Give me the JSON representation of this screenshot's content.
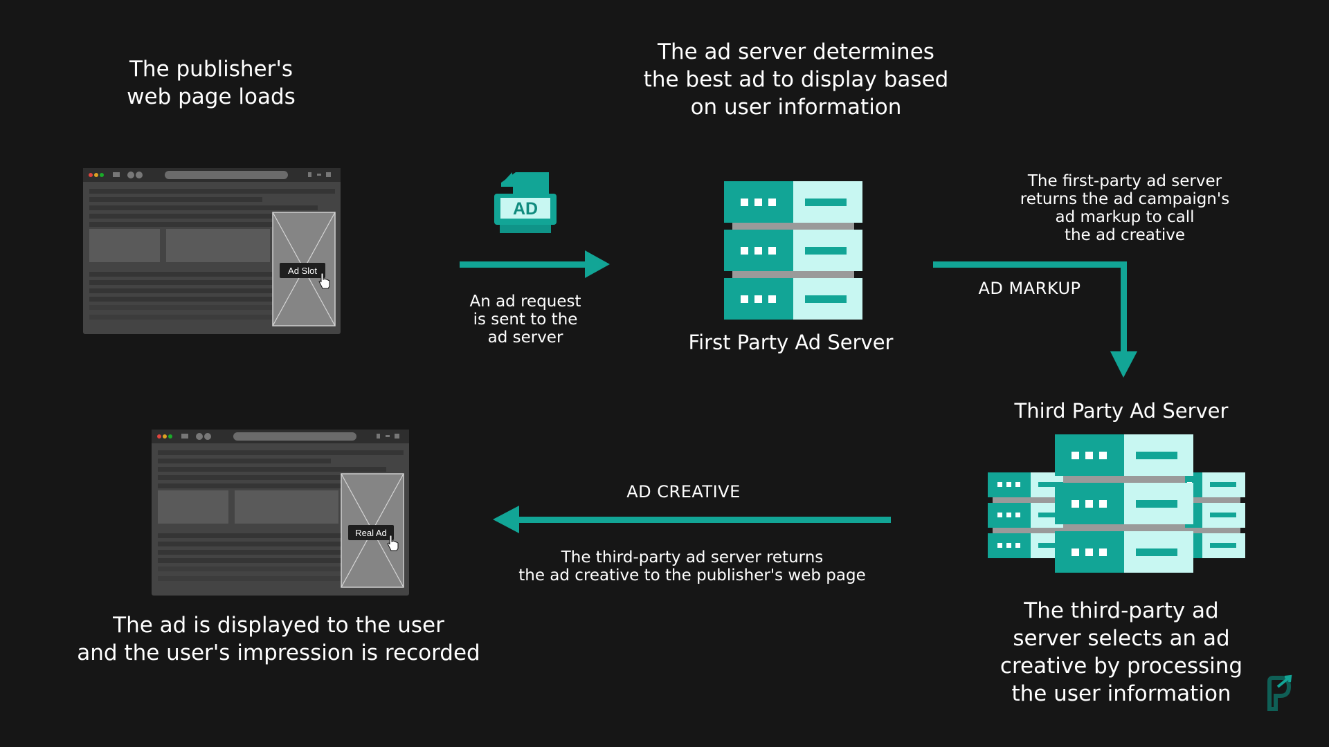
{
  "steps": {
    "page_loads": "The publisher's\nweb page loads",
    "ad_server_determines": "The ad server determines\nthe best ad to display based\non user information",
    "first_party_returns": "The first-party ad server\nreturns the ad campaign's\nad markup to call\nthe ad creative",
    "third_party_selects": "The third-party ad\nserver selects an ad\ncreative by processing\nthe user information",
    "ad_displayed": "The ad is displayed to the user\nand the user's impression is recorded"
  },
  "arrows": {
    "ad_request": "An ad request\nis sent to the\nad server",
    "ad_markup": "AD MARKUP",
    "ad_creative": "AD CREATIVE",
    "creative_return": "The third-party ad server returns\nthe ad creative to the publisher's web page"
  },
  "servers": {
    "first_party": "First Party Ad Server",
    "third_party": "Third Party Ad Server"
  },
  "browser": {
    "ad_slot_label": "Ad Slot",
    "real_ad_label": "Real Ad"
  },
  "ad_icon_text": "AD",
  "colors": {
    "background": "#161616",
    "teal": "#12a596",
    "teal_dark": "#0f9488",
    "teal_light": "#c8f7f2",
    "gray_divider": "#9a9a9a"
  },
  "logo": "brand-logo"
}
